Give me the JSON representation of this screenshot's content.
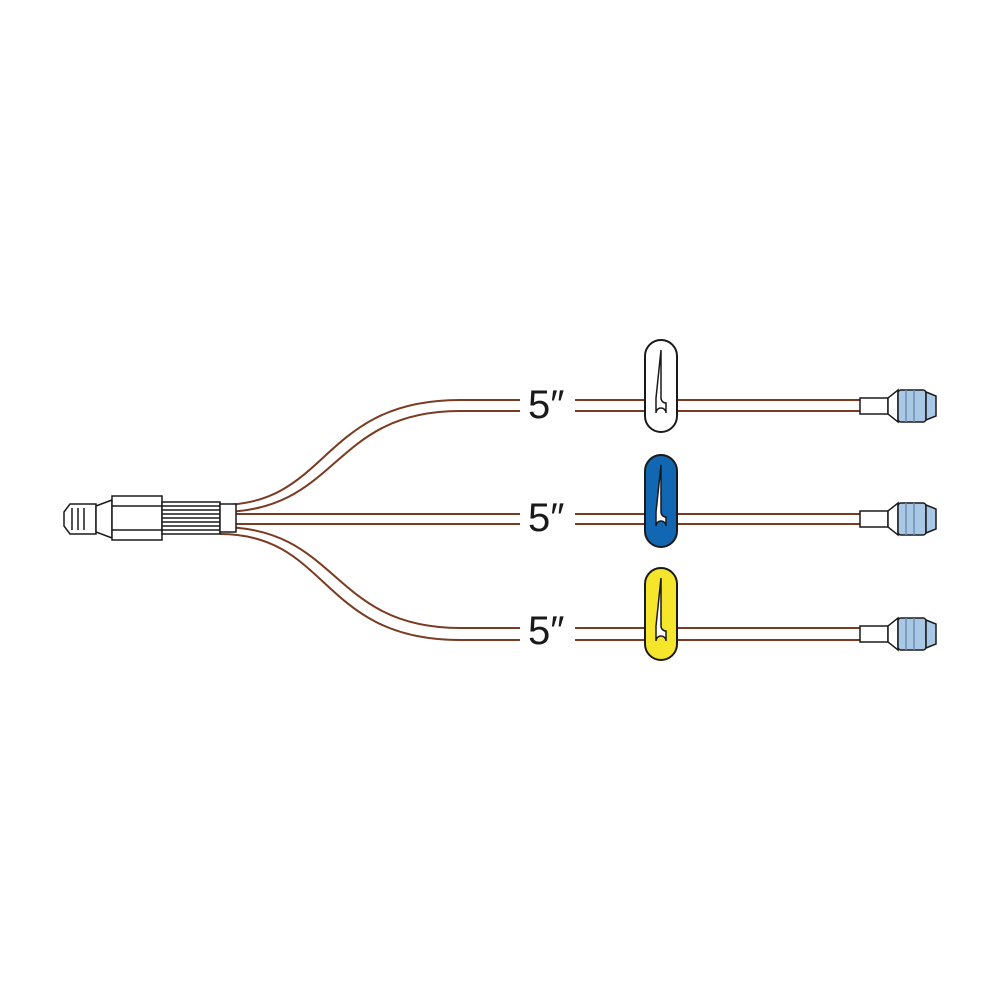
{
  "branches": [
    {
      "length_label": "5″",
      "clamp_color": "#ffffff"
    },
    {
      "length_label": "5″",
      "clamp_color": "#1167b1"
    },
    {
      "length_label": "5″",
      "clamp_color": "#f5e52b"
    }
  ],
  "colors": {
    "tubing": "#7a3b22",
    "outline": "#1a1a1a",
    "connector_blue": "#a9c8e6",
    "connector_white": "#ffffff"
  },
  "icons": {
    "main_connector": "luer-lock-connector-icon",
    "branch_end": "needleless-connector-icon",
    "clamp": "slide-clamp-icon"
  }
}
